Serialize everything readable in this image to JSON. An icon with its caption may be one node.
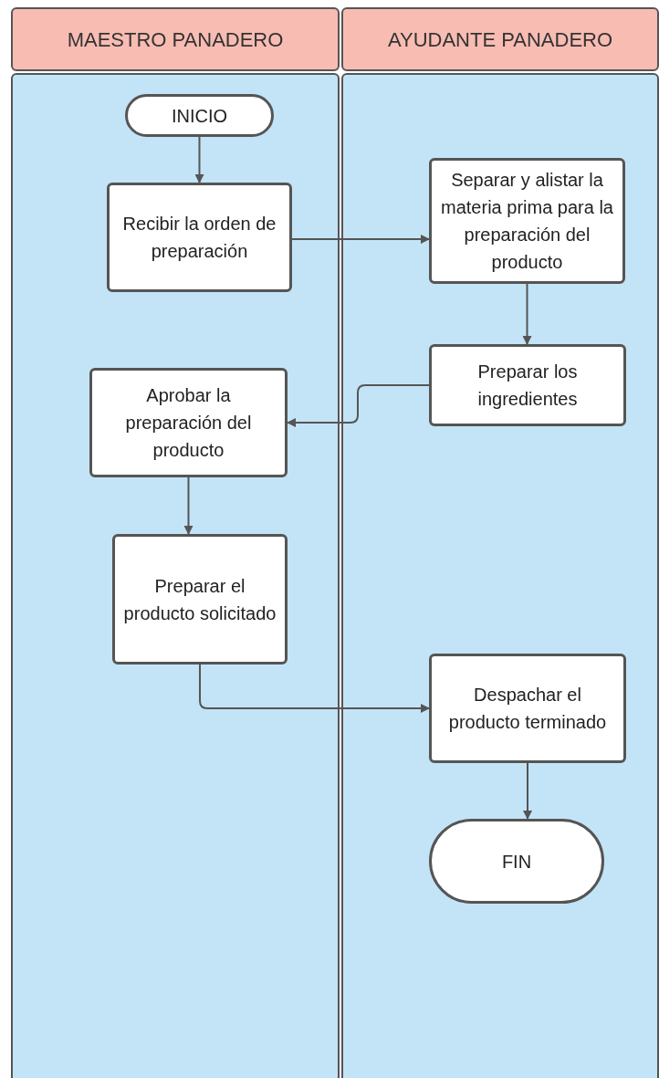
{
  "diagram": {
    "nodes": [
      {
        "text": [
          "MAESTRO PANADERO"
        ]
      },
      {
        "text": [
          "AYUDANTE PANADERO"
        ]
      },
      {
        "text": [
          "INICIO"
        ],
        "in": 0
      },
      {
        "text": [
          "Recibir la orden de preparación"
        ],
        "in": 0
      },
      {
        "text": [
          "Separar y alistar la materia prima para la preparación del producto"
        ],
        "in": 1
      },
      {
        "text": [
          "Preparar los ingredientes"
        ],
        "in": 1
      },
      {
        "text": [
          "Aprobar la preparación del producto"
        ],
        "in": 0
      },
      {
        "text": [
          "Preparar el producto solicitado"
        ],
        "in": 0
      },
      {
        "text": [
          "Despachar el producto terminado"
        ],
        "in": 1
      },
      {
        "text": [
          "FIN"
        ],
        "in": 1
      }
    ],
    "edges": [
      {
        "from": 2,
        "to": 3,
        "arrow": "to"
      },
      {
        "from": 3,
        "to": 4,
        "arrow": "to"
      },
      {
        "from": 4,
        "to": 5,
        "arrow": "to"
      },
      {
        "from": 5,
        "to": 6,
        "arrow": "to"
      },
      {
        "from": 6,
        "to": 7,
        "arrow": "to"
      },
      {
        "from": 7,
        "to": 8,
        "arrow": "to"
      },
      {
        "from": 8,
        "to": 9,
        "arrow": "to"
      }
    ]
  }
}
